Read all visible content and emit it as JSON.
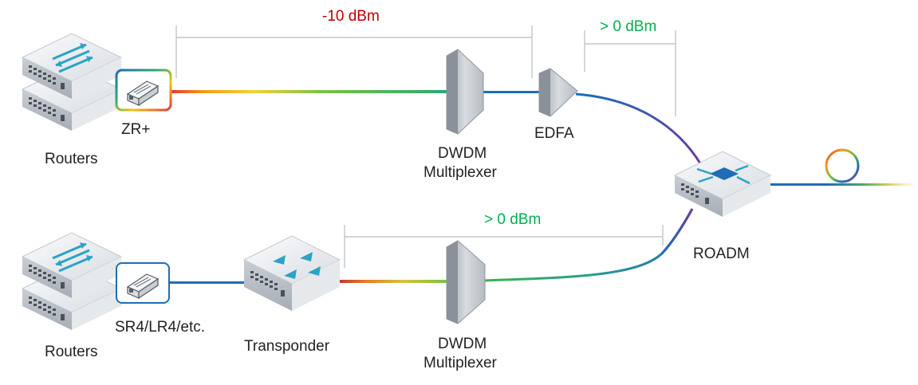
{
  "labels": {
    "routers_top": "Routers",
    "zr_plus": "ZR+",
    "dwdm_top_line1": "DWDM",
    "dwdm_top_line2": "Multiplexer",
    "edfa": "EDFA",
    "roadm": "ROADM",
    "routers_bottom": "Routers",
    "sr4_lr4": "SR4/LR4/etc.",
    "transponder": "Transponder",
    "dwdm_bottom_line1": "DWDM",
    "dwdm_bottom_line2": "Multiplexer"
  },
  "power": {
    "top_left": "-10 dBm",
    "top_right": "> 0 dBm",
    "bottom": "> 0 dBm"
  },
  "icons": {
    "router": "router-stack-icon",
    "optic": "pluggable-optic-icon",
    "transponder": "transponder-icon",
    "mux": "dwdm-mux-icon",
    "amplifier": "edfa-amplifier-icon",
    "roadm": "roadm-icon",
    "fiber": "fiber-coil-icon"
  },
  "colors": {
    "fiber_blue": "#1F6DB5",
    "fiber_purple": "#6A3A9E",
    "power_red": "#C00000",
    "power_green": "#00B050",
    "accent_teal": "#2BA3C4"
  }
}
